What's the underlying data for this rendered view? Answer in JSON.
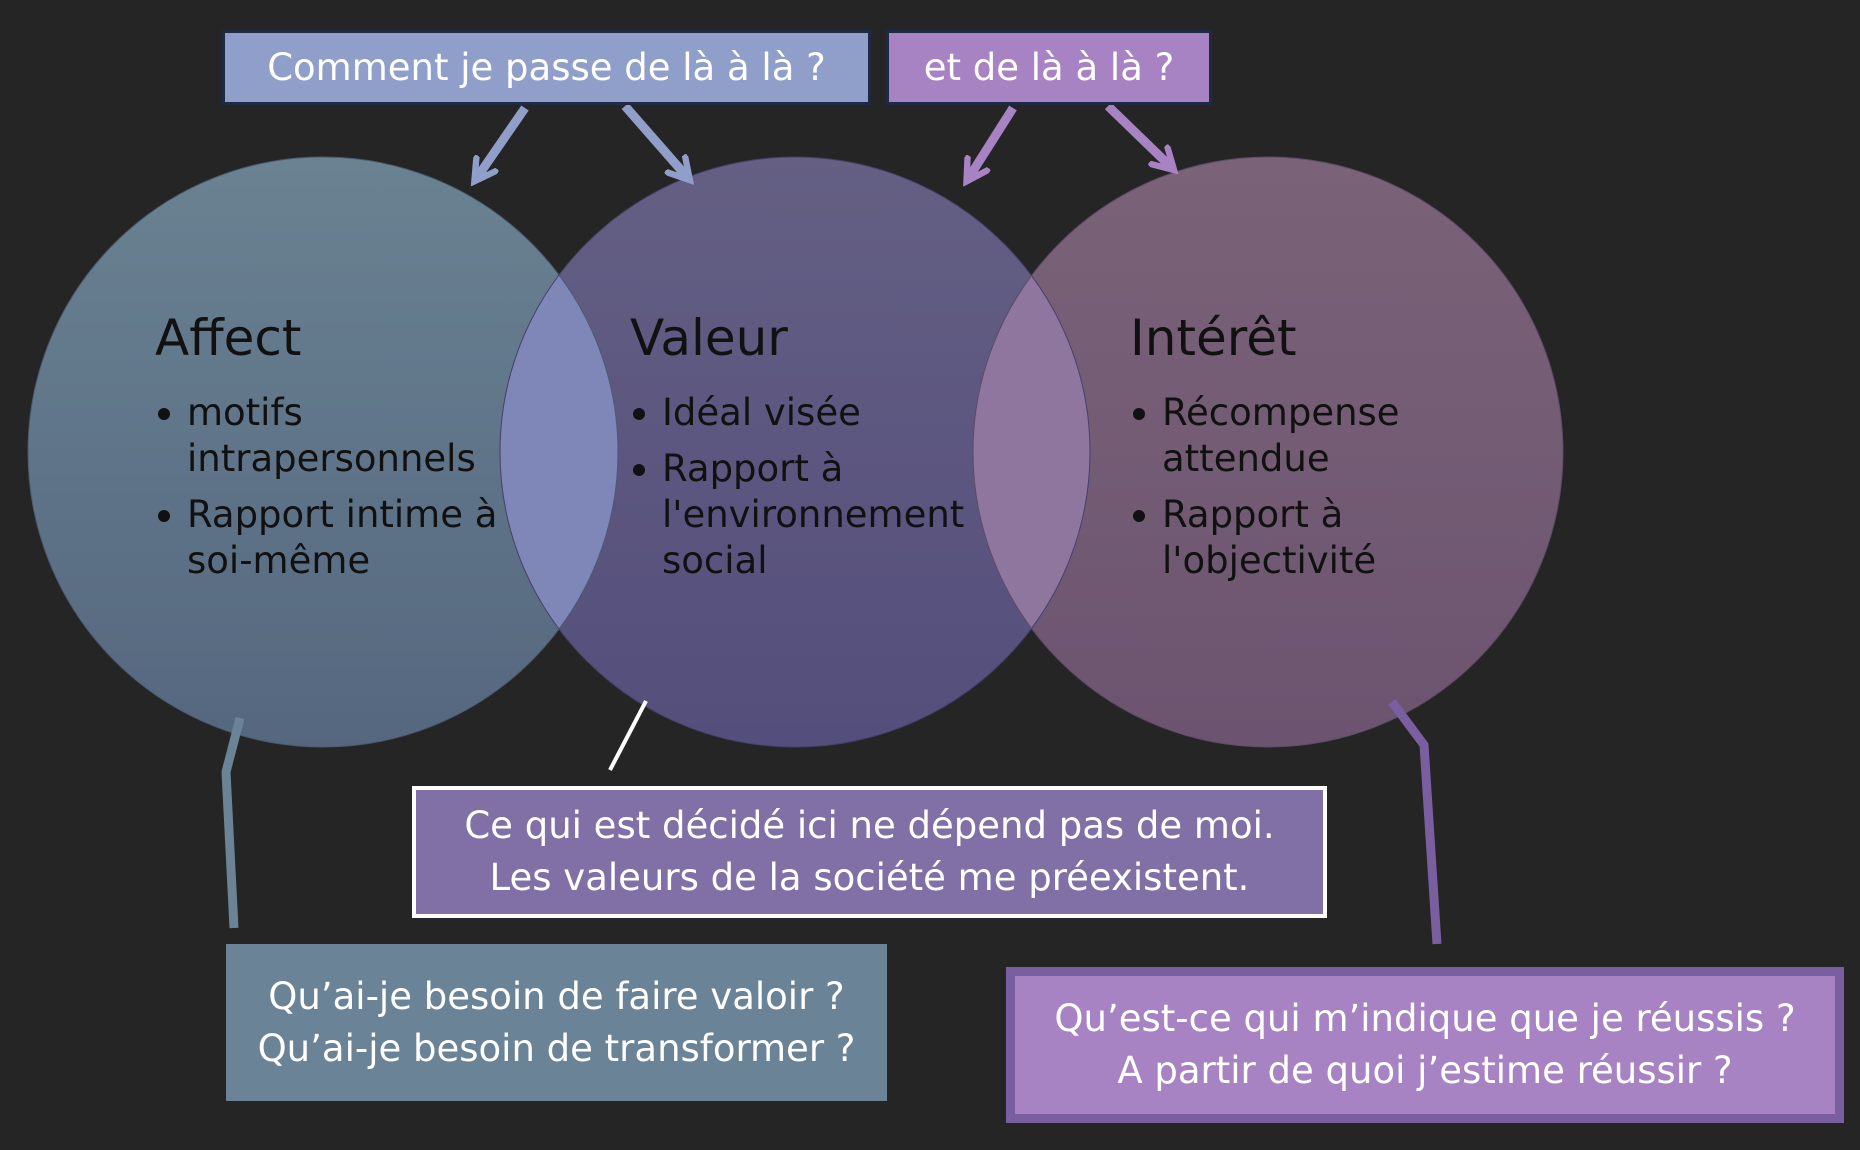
{
  "questions_top": {
    "left": "Comment je passe de là à là ?",
    "right": "et de là à là ?"
  },
  "circles": [
    {
      "title": "Affect",
      "bullets": [
        "motifs intrapersonnels",
        "Rapport intime à soi-même"
      ],
      "color": "#647f90"
    },
    {
      "title": "Valeur",
      "bullets": [
        "Idéal visée",
        "Rapport à l'environnement social"
      ],
      "color": "#5e5a86"
    },
    {
      "title": "Intérêt",
      "bullets": [
        "Récompense attendue",
        "Rapport à l'objectivité"
      ],
      "color": "#735b7c"
    }
  ],
  "callouts": {
    "valeur": [
      "Ce qui est décidé ici ne dépend pas de moi.",
      "Les valeurs de la société me préexistent."
    ],
    "affect": [
      "Qu’ai-je besoin de faire valoir ?",
      "Qu’ai-je besoin de transformer ?"
    ],
    "interet": [
      "Qu’est-ce qui m’indique que je réussis ?",
      "A partir de quoi j’estime réussir ?"
    ]
  },
  "colors": {
    "background": "#252525",
    "arrow_blue": "#8f9fca",
    "arrow_purple": "#a783c4",
    "connector_affect": "#6a8396",
    "connector_interet": "#7a5fa0",
    "connector_valeur": "#ffffff"
  }
}
